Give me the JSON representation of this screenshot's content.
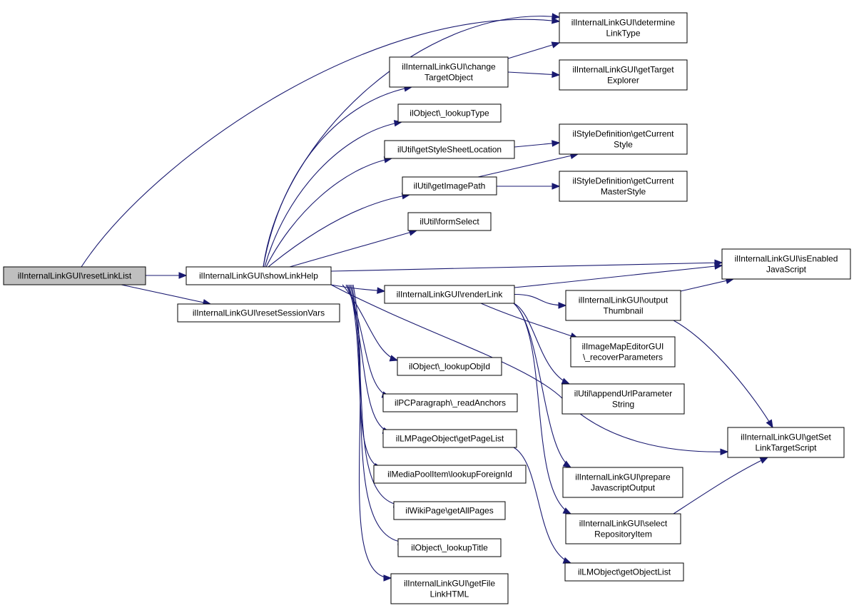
{
  "graph": {
    "type": "call-graph",
    "colors": {
      "edge": "#191970",
      "root_fill": "#bfbfbf",
      "node_fill": "#ffffff",
      "node_border": "#000000"
    },
    "nodes": [
      {
        "id": "resetLinkList",
        "lines": [
          "ilInternalLinkGUI\\resetLinkList"
        ],
        "root": true
      },
      {
        "id": "showLinkHelp",
        "lines": [
          "ilInternalLinkGUI\\showLinkHelp"
        ]
      },
      {
        "id": "resetSessionVars",
        "lines": [
          "ilInternalLinkGUI\\resetSessionVars"
        ]
      },
      {
        "id": "determineLinkType",
        "lines": [
          "ilInternalLinkGUI\\determine",
          "LinkType"
        ]
      },
      {
        "id": "changeTargetObject",
        "lines": [
          "ilInternalLinkGUI\\change",
          "TargetObject"
        ]
      },
      {
        "id": "getTargetExplorer",
        "lines": [
          "ilInternalLinkGUI\\getTarget",
          "Explorer"
        ]
      },
      {
        "id": "lookupType",
        "lines": [
          "ilObject\\_lookupType"
        ]
      },
      {
        "id": "getStyleSheetLocation",
        "lines": [
          "ilUtil\\getStyleSheetLocation"
        ]
      },
      {
        "id": "getCurrentStyle",
        "lines": [
          "ilStyleDefinition\\getCurrent",
          "Style"
        ]
      },
      {
        "id": "getImagePath",
        "lines": [
          "ilUtil\\getImagePath"
        ]
      },
      {
        "id": "getCurrentMasterStyle",
        "lines": [
          "ilStyleDefinition\\getCurrent",
          "MasterStyle"
        ]
      },
      {
        "id": "formSelect",
        "lines": [
          "ilUtil\\formSelect"
        ]
      },
      {
        "id": "isEnabledJavaScript",
        "lines": [
          "ilInternalLinkGUI\\isEnabled",
          "JavaScript"
        ]
      },
      {
        "id": "renderLink",
        "lines": [
          "ilInternalLinkGUI\\renderLink"
        ]
      },
      {
        "id": "outputThumbnail",
        "lines": [
          "ilInternalLinkGUI\\output",
          "Thumbnail"
        ]
      },
      {
        "id": "recoverParameters",
        "lines": [
          "ilImageMapEditorGUI",
          "\\_recoverParameters"
        ]
      },
      {
        "id": "lookupObjId",
        "lines": [
          "ilObject\\_lookupObjId"
        ]
      },
      {
        "id": "appendUrlParameterString",
        "lines": [
          "ilUtil\\appendUrlParameter",
          "String"
        ]
      },
      {
        "id": "readAnchors",
        "lines": [
          "ilPCParagraph\\_readAnchors"
        ]
      },
      {
        "id": "getSetLinkTargetScript",
        "lines": [
          "ilInternalLinkGUI\\getSet",
          "LinkTargetScript"
        ]
      },
      {
        "id": "getPageList",
        "lines": [
          "ilLMPageObject\\getPageList"
        ]
      },
      {
        "id": "lookupForeignId",
        "lines": [
          "ilMediaPoolItem\\lookupForeignId"
        ]
      },
      {
        "id": "prepareJavascriptOutput",
        "lines": [
          "ilInternalLinkGUI\\prepare",
          "JavascriptOutput"
        ]
      },
      {
        "id": "getAllPages",
        "lines": [
          "ilWikiPage\\getAllPages"
        ]
      },
      {
        "id": "selectRepositoryItem",
        "lines": [
          "ilInternalLinkGUI\\select",
          "RepositoryItem"
        ]
      },
      {
        "id": "lookupTitle",
        "lines": [
          "ilObject\\_lookupTitle"
        ]
      },
      {
        "id": "getObjectList",
        "lines": [
          "ilLMObject\\getObjectList"
        ]
      },
      {
        "id": "getFileLinkHTML",
        "lines": [
          "ilInternalLinkGUI\\getFile",
          "LinkHTML"
        ]
      }
    ],
    "edges": [
      [
        "resetLinkList",
        "showLinkHelp"
      ],
      [
        "resetLinkList",
        "resetSessionVars"
      ],
      [
        "resetLinkList",
        "determineLinkType"
      ],
      [
        "showLinkHelp",
        "determineLinkType"
      ],
      [
        "showLinkHelp",
        "changeTargetObject"
      ],
      [
        "showLinkHelp",
        "lookupType"
      ],
      [
        "showLinkHelp",
        "getStyleSheetLocation"
      ],
      [
        "showLinkHelp",
        "getImagePath"
      ],
      [
        "showLinkHelp",
        "formSelect"
      ],
      [
        "showLinkHelp",
        "isEnabledJavaScript"
      ],
      [
        "showLinkHelp",
        "renderLink"
      ],
      [
        "showLinkHelp",
        "getSetLinkTargetScript"
      ],
      [
        "showLinkHelp",
        "lookupObjId"
      ],
      [
        "showLinkHelp",
        "readAnchors"
      ],
      [
        "showLinkHelp",
        "getPageList"
      ],
      [
        "showLinkHelp",
        "lookupForeignId"
      ],
      [
        "showLinkHelp",
        "getAllPages"
      ],
      [
        "showLinkHelp",
        "lookupTitle"
      ],
      [
        "showLinkHelp",
        "getFileLinkHTML"
      ],
      [
        "changeTargetObject",
        "determineLinkType"
      ],
      [
        "changeTargetObject",
        "getTargetExplorer"
      ],
      [
        "getStyleSheetLocation",
        "getCurrentStyle"
      ],
      [
        "getImagePath",
        "getCurrentStyle"
      ],
      [
        "getImagePath",
        "getCurrentMasterStyle"
      ],
      [
        "renderLink",
        "isEnabledJavaScript"
      ],
      [
        "renderLink",
        "outputThumbnail"
      ],
      [
        "renderLink",
        "recoverParameters"
      ],
      [
        "renderLink",
        "appendUrlParameterString"
      ],
      [
        "renderLink",
        "prepareJavascriptOutput"
      ],
      [
        "renderLink",
        "selectRepositoryItem"
      ],
      [
        "outputThumbnail",
        "isEnabledJavaScript"
      ],
      [
        "outputThumbnail",
        "getSetLinkTargetScript"
      ],
      [
        "selectRepositoryItem",
        "getSetLinkTargetScript"
      ],
      [
        "getPageList",
        "getObjectList"
      ]
    ]
  }
}
